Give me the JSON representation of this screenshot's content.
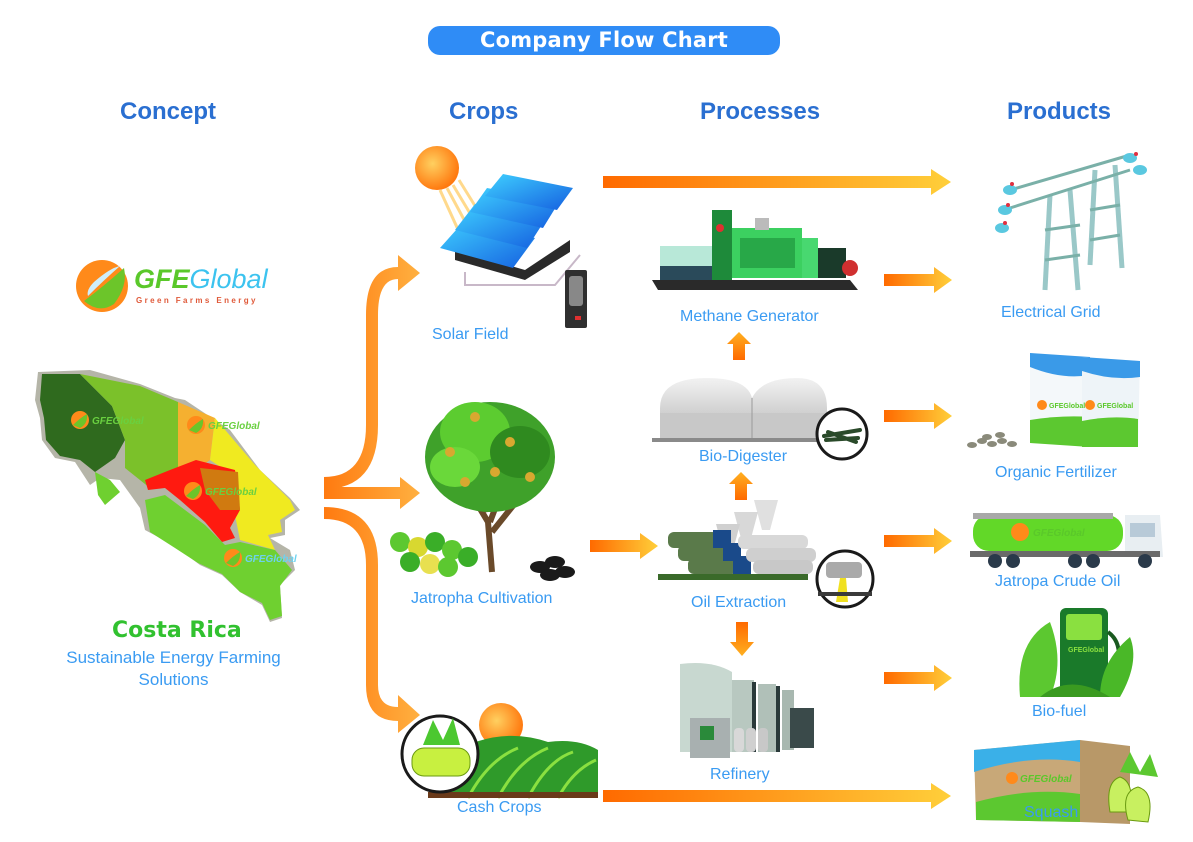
{
  "header": {
    "title": "Company Flow Chart"
  },
  "columns": [
    {
      "id": "concept",
      "label": "Concept"
    },
    {
      "id": "crops",
      "label": "Crops"
    },
    {
      "id": "processes",
      "label": "Processes"
    },
    {
      "id": "products",
      "label": "Products"
    }
  ],
  "concept": {
    "logo": {
      "brand_primary": "GFE",
      "brand_secondary": "Global",
      "tagline": "Green Farms Energy"
    },
    "map_label": "Costa Rica",
    "description_line1": "Sustainable Energy Farming",
    "description_line2": "Solutions",
    "map_region_logo": "GFEGlobal"
  },
  "crops": [
    {
      "id": "solar",
      "label": "Solar Field",
      "icon": "solar-panel-icon"
    },
    {
      "id": "jatropha",
      "label": "Jatropha Cultivation",
      "icon": "jatropha-tree-icon"
    },
    {
      "id": "cash",
      "label": "Cash Crops",
      "icon": "farm-field-icon"
    }
  ],
  "processes": [
    {
      "id": "methane",
      "label": "Methane Generator",
      "icon": "generator-icon"
    },
    {
      "id": "biodigester",
      "label": "Bio-Digester",
      "icon": "digester-tank-icon"
    },
    {
      "id": "oil",
      "label": "Oil Extraction",
      "icon": "oil-press-icon"
    },
    {
      "id": "refinery",
      "label": "Refinery",
      "icon": "refinery-icon"
    }
  ],
  "products": [
    {
      "id": "grid",
      "label": "Electrical Grid",
      "icon": "power-tower-icon"
    },
    {
      "id": "fertilizer",
      "label": "Organic  Fertilizer",
      "icon": "fertilizer-bag-icon"
    },
    {
      "id": "crude",
      "label": "Jatropa Crude Oil",
      "icon": "tanker-truck-icon"
    },
    {
      "id": "biofuel",
      "label": "Bio-fuel",
      "icon": "fuel-pump-icon"
    },
    {
      "id": "squash",
      "label": "Squash",
      "icon": "produce-box-icon"
    }
  ],
  "flows": [
    {
      "from": "Concept",
      "to": "Solar Field"
    },
    {
      "from": "Concept",
      "to": "Jatropha Cultivation"
    },
    {
      "from": "Concept",
      "to": "Cash Crops"
    },
    {
      "from": "Solar Field",
      "to": "Electrical Grid"
    },
    {
      "from": "Methane Generator",
      "to": "Electrical Grid"
    },
    {
      "from": "Bio-Digester",
      "to": "Methane Generator"
    },
    {
      "from": "Bio-Digester",
      "to": "Organic  Fertilizer"
    },
    {
      "from": "Jatropha Cultivation",
      "to": "Oil Extraction"
    },
    {
      "from": "Oil Extraction",
      "to": "Bio-Digester"
    },
    {
      "from": "Oil Extraction",
      "to": "Jatropa Crude Oil"
    },
    {
      "from": "Oil Extraction",
      "to": "Refinery"
    },
    {
      "from": "Refinery",
      "to": "Bio-fuel"
    },
    {
      "from": "Cash Crops",
      "to": "Squash"
    }
  ],
  "colors": {
    "title_bg": "#2f8cf6",
    "heading": "#2a6fd1",
    "label": "#3a9bf2",
    "costa_rica": "#31c12f",
    "arrow_start": "#ff6a00",
    "arrow_end": "#ffcf3a"
  }
}
